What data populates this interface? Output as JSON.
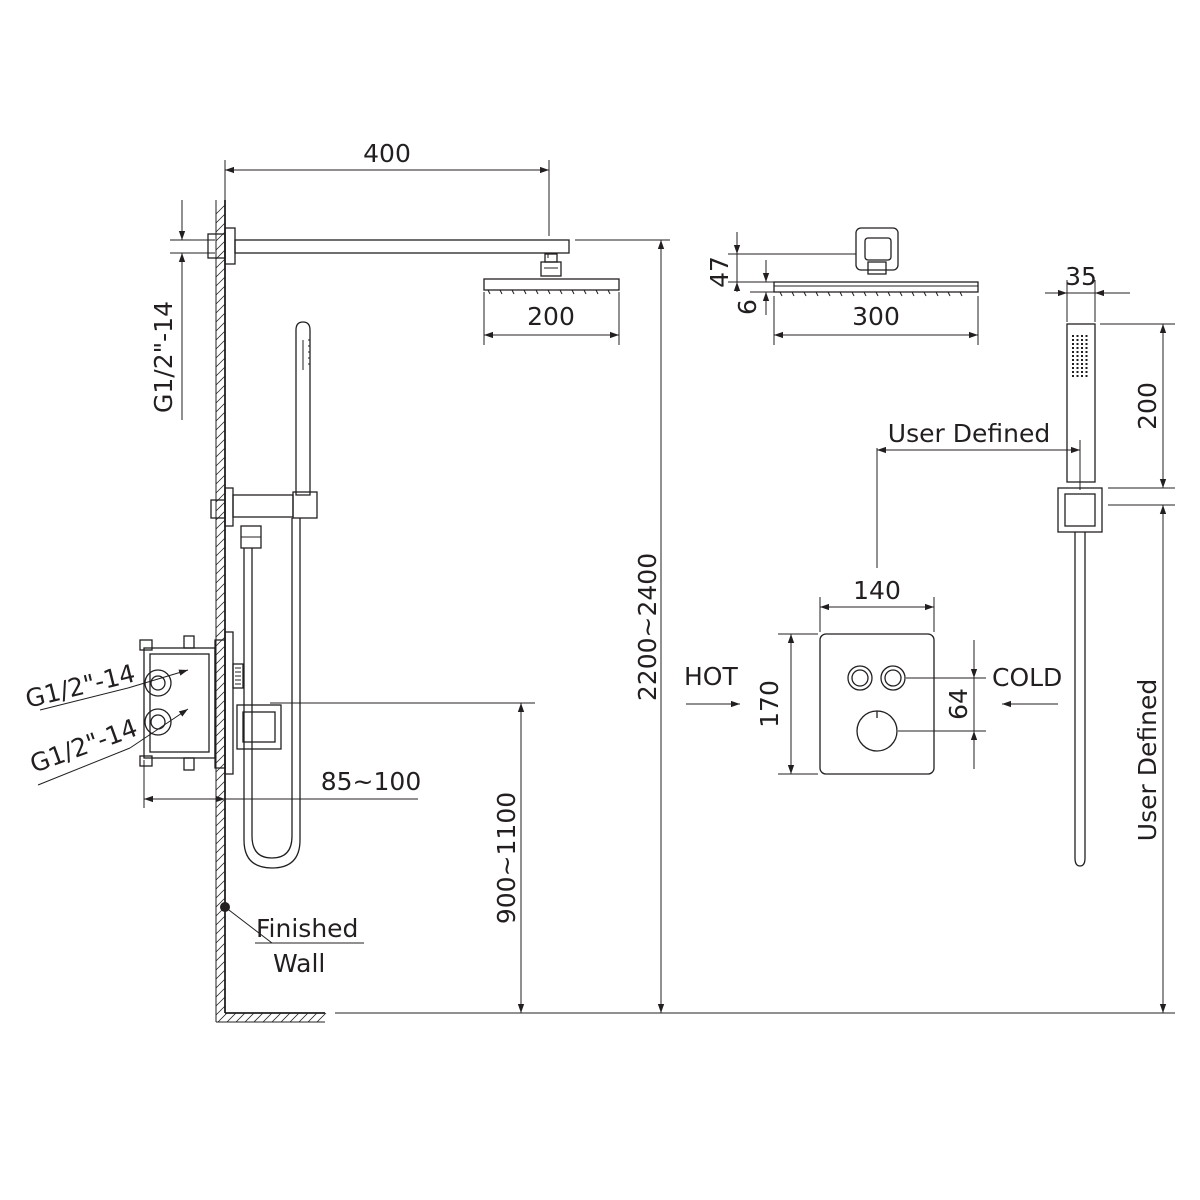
{
  "dimensions": {
    "arm_length": "400",
    "small_head_width": "200",
    "wall_inlet_thread": "G1/2\"-14",
    "total_height": "2200~2400",
    "valve_height": "900~1100",
    "wall_depth": "85~100",
    "head_thickness": "47",
    "head_edge": "6",
    "large_head_width": "300",
    "handle_width": "35",
    "handle_length": "200",
    "holder_offset": "User Defined",
    "holder_height": "User Defined",
    "panel_width": "140",
    "panel_height": "170",
    "button_spacing": "64"
  },
  "labels": {
    "hot_inlet_thread": "G1/2\"-14",
    "cold_inlet_thread": "G1/2\"-14",
    "hot": "HOT",
    "cold": "COLD",
    "finished_wall_line1": "Finished",
    "finished_wall_line2": "Wall"
  },
  "colors": {
    "line": "#231f20",
    "background": "#ffffff"
  },
  "icons": {
    "hot_flow": "arrow-right-icon",
    "cold_flow": "arrow-left-icon"
  }
}
